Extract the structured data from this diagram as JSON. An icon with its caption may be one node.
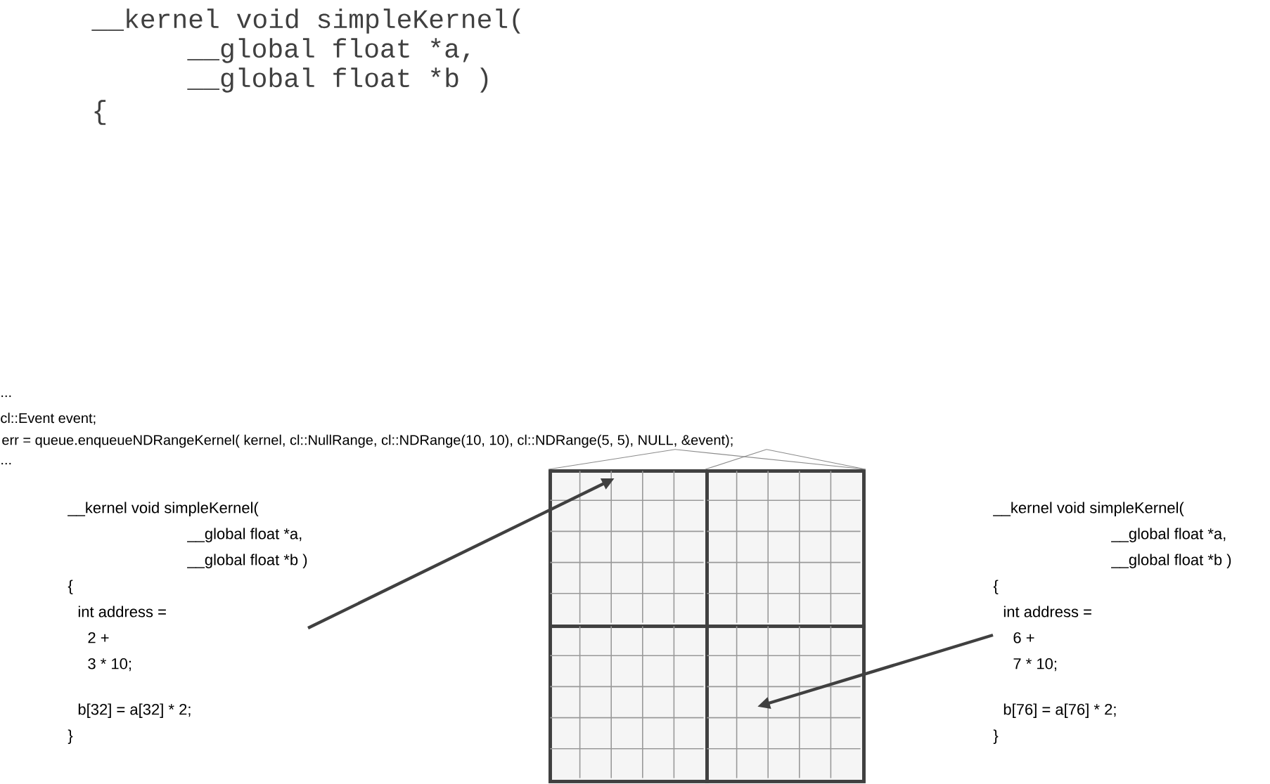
{
  "diagram": {
    "nodes": [
      {
        "text": [
          "err = queue.enqueueNDRangeKernel( kernel, cl::NullRange, cl::NDRange(10, 10), cl::NDRange(5, 5), NULL, &event);"
        ]
      },
      {
        "text": [],
        "shape": "box"
      },
      {
        "text": [],
        "shape": "box",
        "in": 1
      },
      {
        "text": [],
        "shape": "box",
        "in": 1
      },
      {
        "text": [],
        "shape": "box",
        "in": 1
      },
      {
        "text": [],
        "shape": "box",
        "in": 1
      },
      {
        "text": [
          "__kernel void simpleKernel(",
          "__global float *a,",
          "__global float *b )",
          "{",
          "int address =",
          "2 +",
          "3 * 10;",
          "b[32] = a[32] * 2;",
          "}"
        ]
      },
      {
        "text": [
          "__kernel void simpleKernel(",
          "__global float *a,",
          "__global float *b )",
          "{",
          "int address =",
          "6 +",
          "7 * 10;",
          "b[76] = a[76] * 2;",
          "}"
        ]
      }
    ],
    "edges": [
      {
        "from": 0,
        "to": 1,
        "arrow": "none"
      },
      {
        "from": 0,
        "to": 1,
        "arrow": "none"
      },
      {
        "from": 0,
        "to": 3,
        "arrow": "none"
      },
      {
        "from": 0,
        "to": 3,
        "arrow": "none"
      },
      {
        "from": 6,
        "to": 2,
        "arrow": "to",
        "style": "thick",
        "color": "#404040"
      },
      {
        "from": 7,
        "to": 5,
        "arrow": "to",
        "style": "thick",
        "color": "#404040"
      }
    ],
    "labels": [
      "__kernel void simpleKernel(",
      "__global float *a,",
      "__global float *b )",
      "{",
      "...",
      "cl::Event event;",
      "..."
    ]
  }
}
